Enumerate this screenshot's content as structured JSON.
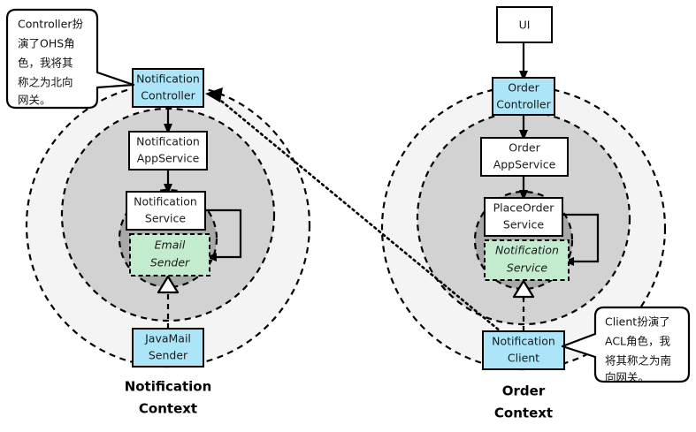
{
  "diagram": {
    "title": "Clean Architecture Bounded Contexts",
    "colors": {
      "blue_fill": "#ace5f7",
      "green_fill": "#c3ebcd",
      "white_fill": "#ffffff",
      "ring_outer_fill": "#f4f4f4",
      "ring_middle_fill": "#d2d2d2",
      "ring_inner_fill": "#a8a8a8",
      "stroke": "#000000",
      "page_background": "#ffffff"
    }
  },
  "contexts": [
    {
      "id": "notification-context",
      "label_line1": "Notification",
      "label_line2": "Context",
      "nodes": [
        {
          "id": "notification-controller",
          "line1": "Notification",
          "line2": "Controller",
          "fill": "blue",
          "border": "solid",
          "italic": false
        },
        {
          "id": "notification-appservice",
          "line1": "Notification",
          "line2": "AppService",
          "fill": "white",
          "border": "solid",
          "italic": false
        },
        {
          "id": "notification-service",
          "line1": "Notification",
          "line2": "Service",
          "fill": "white",
          "border": "solid",
          "italic": false
        },
        {
          "id": "email-sender",
          "line1": "Email",
          "line2": "Sender",
          "fill": "green",
          "border": "dashed",
          "italic": true
        },
        {
          "id": "javamail-sender",
          "line1": "JavaMail",
          "line2": "Sender",
          "fill": "blue",
          "border": "solid",
          "italic": false
        }
      ]
    },
    {
      "id": "order-context",
      "label_line1": "Order",
      "label_line2": "Context",
      "nodes": [
        {
          "id": "ui",
          "line1": "UI",
          "line2": "",
          "fill": "white",
          "border": "solid",
          "italic": false
        },
        {
          "id": "order-controller",
          "line1": "Order",
          "line2": "Controller",
          "fill": "blue",
          "border": "solid",
          "italic": false
        },
        {
          "id": "order-appservice",
          "line1": "Order",
          "line2": "AppService",
          "fill": "white",
          "border": "solid",
          "italic": false
        },
        {
          "id": "placeorder-service",
          "line1": "PlaceOrder",
          "line2": "Service",
          "fill": "white",
          "border": "solid",
          "italic": false
        },
        {
          "id": "notification-service-port",
          "line1": "Notification",
          "line2": "Service",
          "fill": "green",
          "border": "dashed",
          "italic": true
        },
        {
          "id": "notification-client",
          "line1": "Notification",
          "line2": "Client",
          "fill": "blue",
          "border": "solid",
          "italic": false
        }
      ]
    }
  ],
  "callouts": [
    {
      "id": "ohs-callout",
      "lines": [
        "Controller扮",
        "演了OHS角",
        "色，我将其",
        "称之为北向",
        "网关。"
      ]
    },
    {
      "id": "acl-callout",
      "lines": [
        "Client扮演了",
        "ACL角色，我",
        "将其称之为南",
        "向网关。"
      ]
    }
  ]
}
